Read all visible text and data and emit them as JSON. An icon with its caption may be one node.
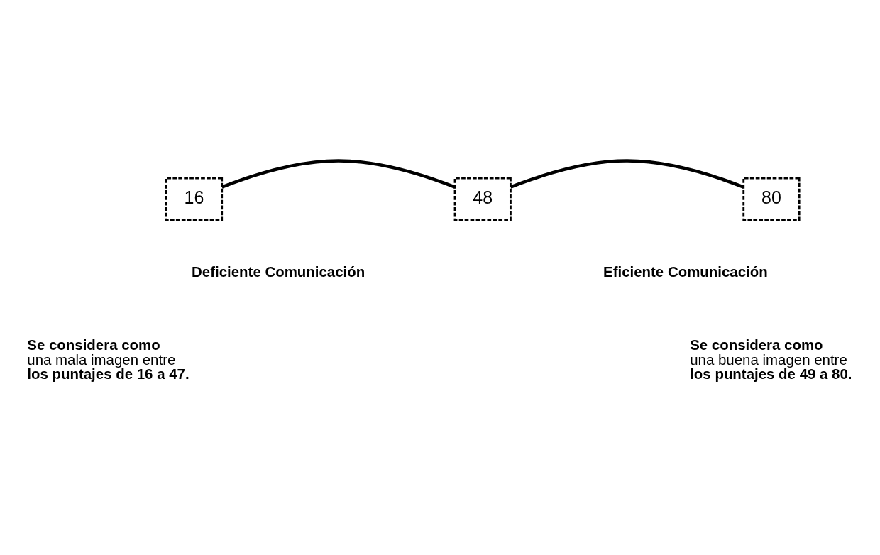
{
  "diagram": {
    "nodes": [
      {
        "text": [
          "16"
        ]
      },
      {
        "text": [
          "48"
        ]
      },
      {
        "text": [
          "80"
        ]
      }
    ],
    "edges": [
      {
        "from": 0,
        "to": 1,
        "arrow": "none"
      },
      {
        "from": 1,
        "to": 2,
        "arrow": "none"
      }
    ],
    "labels": [
      "**Deficiente Comunicación**",
      "**Eficiente Comunicación**",
      "**Se considera como** una mala imagen entre **los puntajes de 16 a 47.**",
      "**Se considera como** una buena imagen entre **los puntajes de 49 a 80.**"
    ]
  }
}
